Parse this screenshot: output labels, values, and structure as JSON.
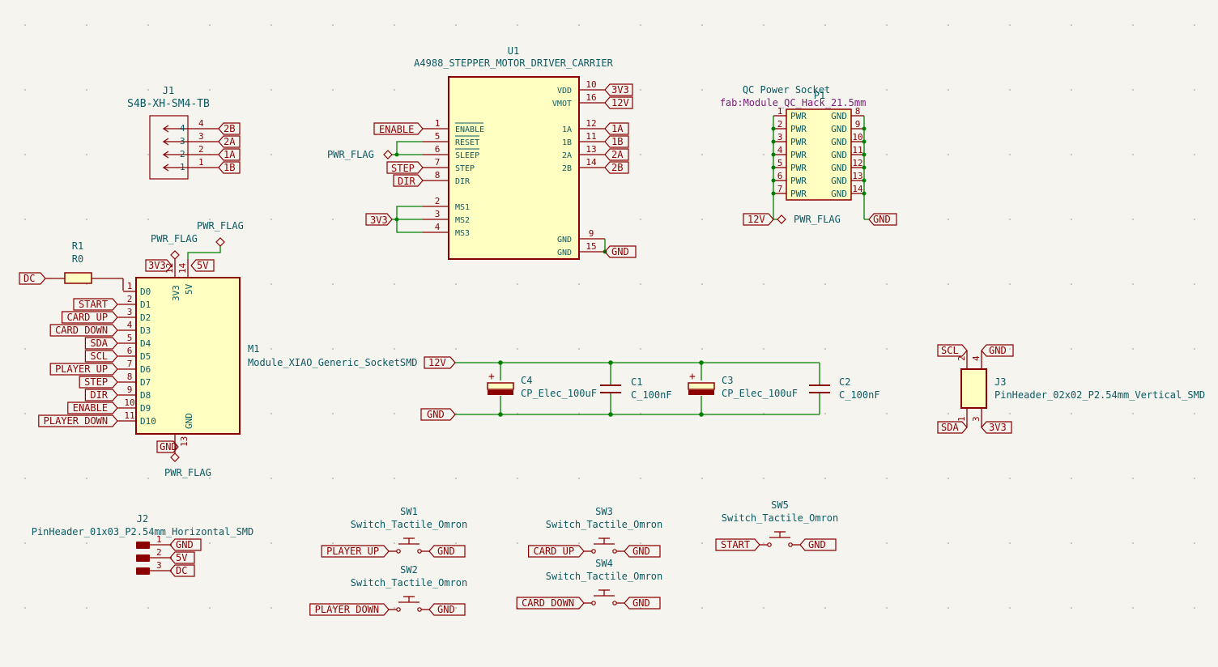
{
  "components": {
    "j1": {
      "ref": "J1",
      "value": "S4B-XH-SM4-TB",
      "pins": [
        "4",
        "3",
        "2",
        "1"
      ],
      "nets": [
        "2B",
        "2A",
        "1A",
        "1B"
      ]
    },
    "u1": {
      "ref": "U1",
      "value": "A4988_STEPPER_MOTOR_DRIVER_CARRIER",
      "left_pins": [
        {
          "num": "1",
          "name": "ENABLE"
        },
        {
          "num": "5",
          "name": "RESET"
        },
        {
          "num": "6",
          "name": "SLEEP"
        },
        {
          "num": "7",
          "name": "STEP"
        },
        {
          "num": "8",
          "name": "DIR"
        },
        {
          "num": "2",
          "name": "MS1"
        },
        {
          "num": "3",
          "name": "MS2"
        },
        {
          "num": "4",
          "name": "MS3"
        }
      ],
      "right_pins": [
        {
          "num": "10",
          "name": "VDD"
        },
        {
          "num": "16",
          "name": "VMOT"
        },
        {
          "num": "12",
          "name": "1A"
        },
        {
          "num": "11",
          "name": "1B"
        },
        {
          "num": "13",
          "name": "2A"
        },
        {
          "num": "14",
          "name": "2B"
        },
        {
          "num": "9",
          "name": "GND"
        },
        {
          "num": "15",
          "name": "GND"
        }
      ],
      "left_nets": [
        "ENABLE",
        "STEP",
        "DIR",
        "3V3"
      ],
      "right_nets": [
        "3V3",
        "12V",
        "1A",
        "1B",
        "2A",
        "2B",
        "GND"
      ],
      "flag": "PWR_FLAG"
    },
    "p1": {
      "ref": "P1",
      "title": "QC Power Socket",
      "footprint": "fab:Module_QC_Hack_21.5mm",
      "left_nums": [
        "1",
        "2",
        "3",
        "4",
        "5",
        "6",
        "7"
      ],
      "right_nums": [
        "8",
        "9",
        "10",
        "11",
        "12",
        "13",
        "14"
      ],
      "left_name": "PWR",
      "right_name": "GND",
      "nets": [
        "12V",
        "GND"
      ],
      "flag": "PWR_FLAG"
    },
    "r1": {
      "ref": "R1",
      "value": "R0",
      "net": "DC"
    },
    "m1": {
      "ref": "M1",
      "value": "Module_XIAO_Generic_SocketSMD",
      "top_pins": [
        {
          "num": "12",
          "name": "3V3"
        },
        {
          "num": "14",
          "name": "5V"
        }
      ],
      "top_nets": [
        "3V3",
        "5V"
      ],
      "left_pins": [
        {
          "num": "1",
          "name": "D0",
          "net": ""
        },
        {
          "num": "2",
          "name": "D1",
          "net": "START"
        },
        {
          "num": "3",
          "name": "D2",
          "net": "CARD UP"
        },
        {
          "num": "4",
          "name": "D3",
          "net": "CARD DOWN"
        },
        {
          "num": "5",
          "name": "D4",
          "net": "SDA"
        },
        {
          "num": "6",
          "name": "D5",
          "net": "SCL"
        },
        {
          "num": "7",
          "name": "D6",
          "net": "PLAYER UP"
        },
        {
          "num": "8",
          "name": "D7",
          "net": "STEP"
        },
        {
          "num": "9",
          "name": "D8",
          "net": "DIR"
        },
        {
          "num": "10",
          "name": "D9",
          "net": "ENABLE"
        },
        {
          "num": "11",
          "name": "D10",
          "net": "PLAYER DOWN"
        }
      ],
      "gnd_pin": {
        "num": "13",
        "name": "GND"
      },
      "gnd_net": "GND",
      "flags": [
        "PWR_FLAG",
        "PWR_FLAG",
        "PWR_FLAG"
      ]
    },
    "caps": {
      "nets": [
        "12V",
        "GND"
      ],
      "c4": {
        "ref": "C4",
        "value": "CP_Elec_100uF"
      },
      "c1": {
        "ref": "C1",
        "value": "C_100nF"
      },
      "c3": {
        "ref": "C3",
        "value": "CP_Elec_100uF"
      },
      "c2": {
        "ref": "C2",
        "value": "C_100nF"
      }
    },
    "j3": {
      "ref": "J3",
      "value": "PinHeader_02x02_P2.54mm_Vertical_SMD",
      "pins": [
        "2",
        "4",
        "1",
        "3"
      ],
      "nets": [
        "SCL",
        "GND",
        "SDA",
        "3V3"
      ]
    },
    "j2": {
      "ref": "J2",
      "value": "PinHeader_01x03_P2.54mm_Horizontal_SMD",
      "pins": [
        "1",
        "2",
        "3"
      ],
      "nets": [
        "GND",
        "5V",
        "DC"
      ]
    },
    "switches": [
      {
        "ref": "SW1",
        "value": "Switch_Tactile_Omron",
        "in": "PLAYER UP",
        "out": "GND"
      },
      {
        "ref": "SW2",
        "value": "Switch_Tactile_Omron",
        "in": "PLAYER DOWN",
        "out": "GND"
      },
      {
        "ref": "SW3",
        "value": "Switch_Tactile_Omron",
        "in": "CARD UP",
        "out": "GND"
      },
      {
        "ref": "SW4",
        "value": "Switch_Tactile_Omron",
        "in": "CARD DOWN",
        "out": "GND"
      },
      {
        "ref": "SW5",
        "value": "Switch_Tactile_Omron",
        "in": "START",
        "out": "GND"
      }
    ]
  },
  "colors": {
    "background": "#f5f4ef",
    "body": "#ffffc2",
    "outline": "#8b0000",
    "wire": "#008000",
    "text": "#0b5a62"
  }
}
